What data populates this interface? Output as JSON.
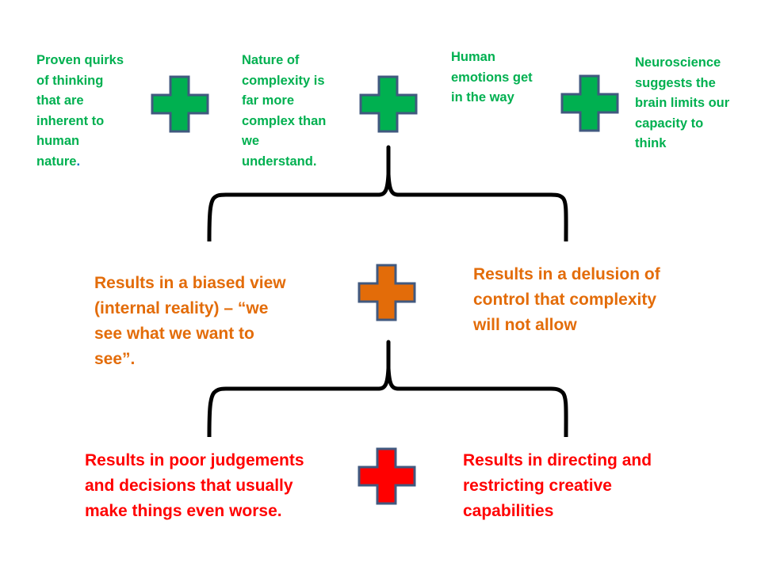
{
  "colors": {
    "green": "#00b050",
    "orange": "#e36c09",
    "red": "#ff0000",
    "cross_border": "#41597f",
    "brace": "#000000"
  },
  "top_row": {
    "items": [
      {
        "text": "Proven quirks\nof thinking\nthat are\ninherent to\nhuman\nnature",
        "trailing": "."
      },
      {
        "text": "Nature of\ncomplexity is\nfar more\ncomplex than\nwe\nunderstand."
      },
      {
        "text": "Human\nemotions get\nin the way"
      },
      {
        "text": "Neuroscience\nsuggests the\nbrain limits our\ncapacity to\nthink"
      }
    ],
    "crosses": [
      {
        "icon": "plus-icon",
        "color": "green"
      },
      {
        "icon": "plus-icon",
        "color": "green"
      },
      {
        "icon": "plus-icon",
        "color": "green"
      }
    ]
  },
  "middle_row": {
    "left": "Results in a biased view\n(internal reality) – “we\nsee what we want to\nsee”.",
    "right": "Results in  a delusion of\ncontrol that complexity\nwill not allow",
    "cross": {
      "icon": "plus-icon",
      "color": "orange"
    }
  },
  "bottom_row": {
    "left": "Results in poor judgements\nand decisions that usually\nmake things even worse.",
    "right": "Results in directing and\nrestricting creative\ncapabilities",
    "cross": {
      "icon": "plus-icon",
      "color": "red"
    }
  },
  "braces": [
    {
      "name": "upper-brace",
      "icon": "curly-brace-icon"
    },
    {
      "name": "lower-brace",
      "icon": "curly-brace-icon"
    }
  ]
}
